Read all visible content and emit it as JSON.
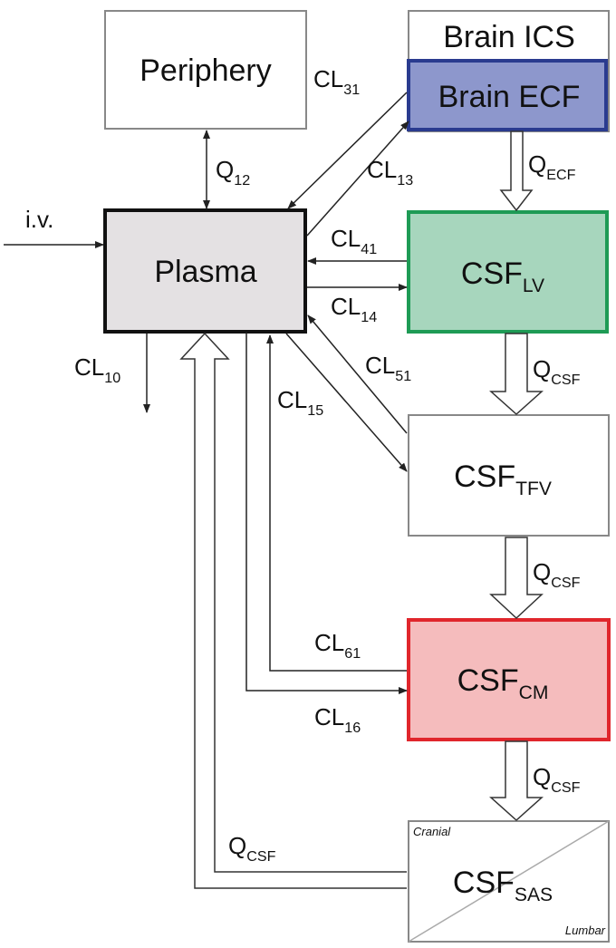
{
  "compartments": {
    "periphery": "Periphery",
    "brain_ics": "Brain ICS",
    "brain_ecf": "Brain ECF",
    "plasma": "Plasma",
    "csf_lv": {
      "main": "CSF",
      "sub": "LV"
    },
    "csf_tfv": {
      "main": "CSF",
      "sub": "TFV"
    },
    "csf_cm": {
      "main": "CSF",
      "sub": "CM"
    },
    "csf_sas": {
      "main": "CSF",
      "sub": "SAS",
      "top_left": "Cranial",
      "bottom_right": "Lumbar"
    }
  },
  "flows": {
    "iv": "i.v.",
    "cl31": {
      "main": "CL",
      "sub": "31"
    },
    "cl13": {
      "main": "CL",
      "sub": "13"
    },
    "q12": {
      "main": "Q",
      "sub": "12"
    },
    "q_ecf": {
      "main": "Q",
      "sub": "ECF"
    },
    "cl41": {
      "main": "CL",
      "sub": "41"
    },
    "cl14": {
      "main": "CL",
      "sub": "14"
    },
    "cl10": {
      "main": "CL",
      "sub": "10"
    },
    "cl51": {
      "main": "CL",
      "sub": "51"
    },
    "cl15": {
      "main": "CL",
      "sub": "15"
    },
    "q_csf_1": {
      "main": "Q",
      "sub": "CSF"
    },
    "q_csf_2": {
      "main": "Q",
      "sub": "CSF"
    },
    "cl61": {
      "main": "CL",
      "sub": "61"
    },
    "cl16": {
      "main": "CL",
      "sub": "16"
    },
    "q_csf_3": {
      "main": "Q",
      "sub": "CSF"
    },
    "q_csf_4": {
      "main": "Q",
      "sub": "CSF"
    }
  },
  "colors": {
    "brain_ecf_fill": "#8d97cc",
    "brain_ecf_border": "#2a3b8f",
    "csf_lv_fill": "#a7d6bd",
    "csf_lv_border": "#1e9b55",
    "csf_cm_fill": "#f5bcbd",
    "csf_cm_border": "#e0262c",
    "plasma_fill": "#e4e1e3",
    "line": "#222222"
  }
}
